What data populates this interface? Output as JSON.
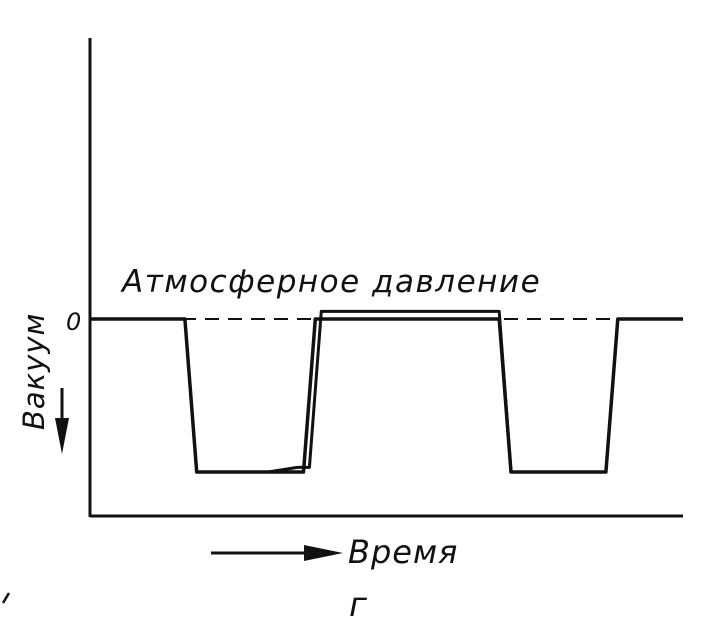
{
  "labels": {
    "atmospheric": "Атмосферное давление",
    "zero": "0",
    "vacuum": "Вакуум",
    "time": "Время",
    "subfigure": "г"
  },
  "chart_data": {
    "type": "line",
    "xlabel": "Время",
    "ylabel": "Вакуум",
    "reference_line": {
      "label": "Атмосферное давление",
      "value": 0,
      "style": "dashed"
    },
    "series": [
      {
        "x": [
          0,
          0.16,
          0.18,
          0.36,
          0.36,
          0.38,
          0.54,
          0.56,
          0.69,
          0.71,
          0.87,
          0.89,
          1.0
        ],
        "y": [
          0,
          0,
          -1,
          -1,
          -1,
          0,
          0,
          0,
          0,
          -1,
          -1,
          0,
          0
        ]
      },
      {
        "x": [
          0.3,
          0.35,
          0.37,
          0.39,
          0.68,
          0.69,
          0.71
        ],
        "y": [
          -1,
          -0.97,
          -0.97,
          0.05,
          0.05,
          0.05,
          -1
        ]
      }
    ]
  }
}
